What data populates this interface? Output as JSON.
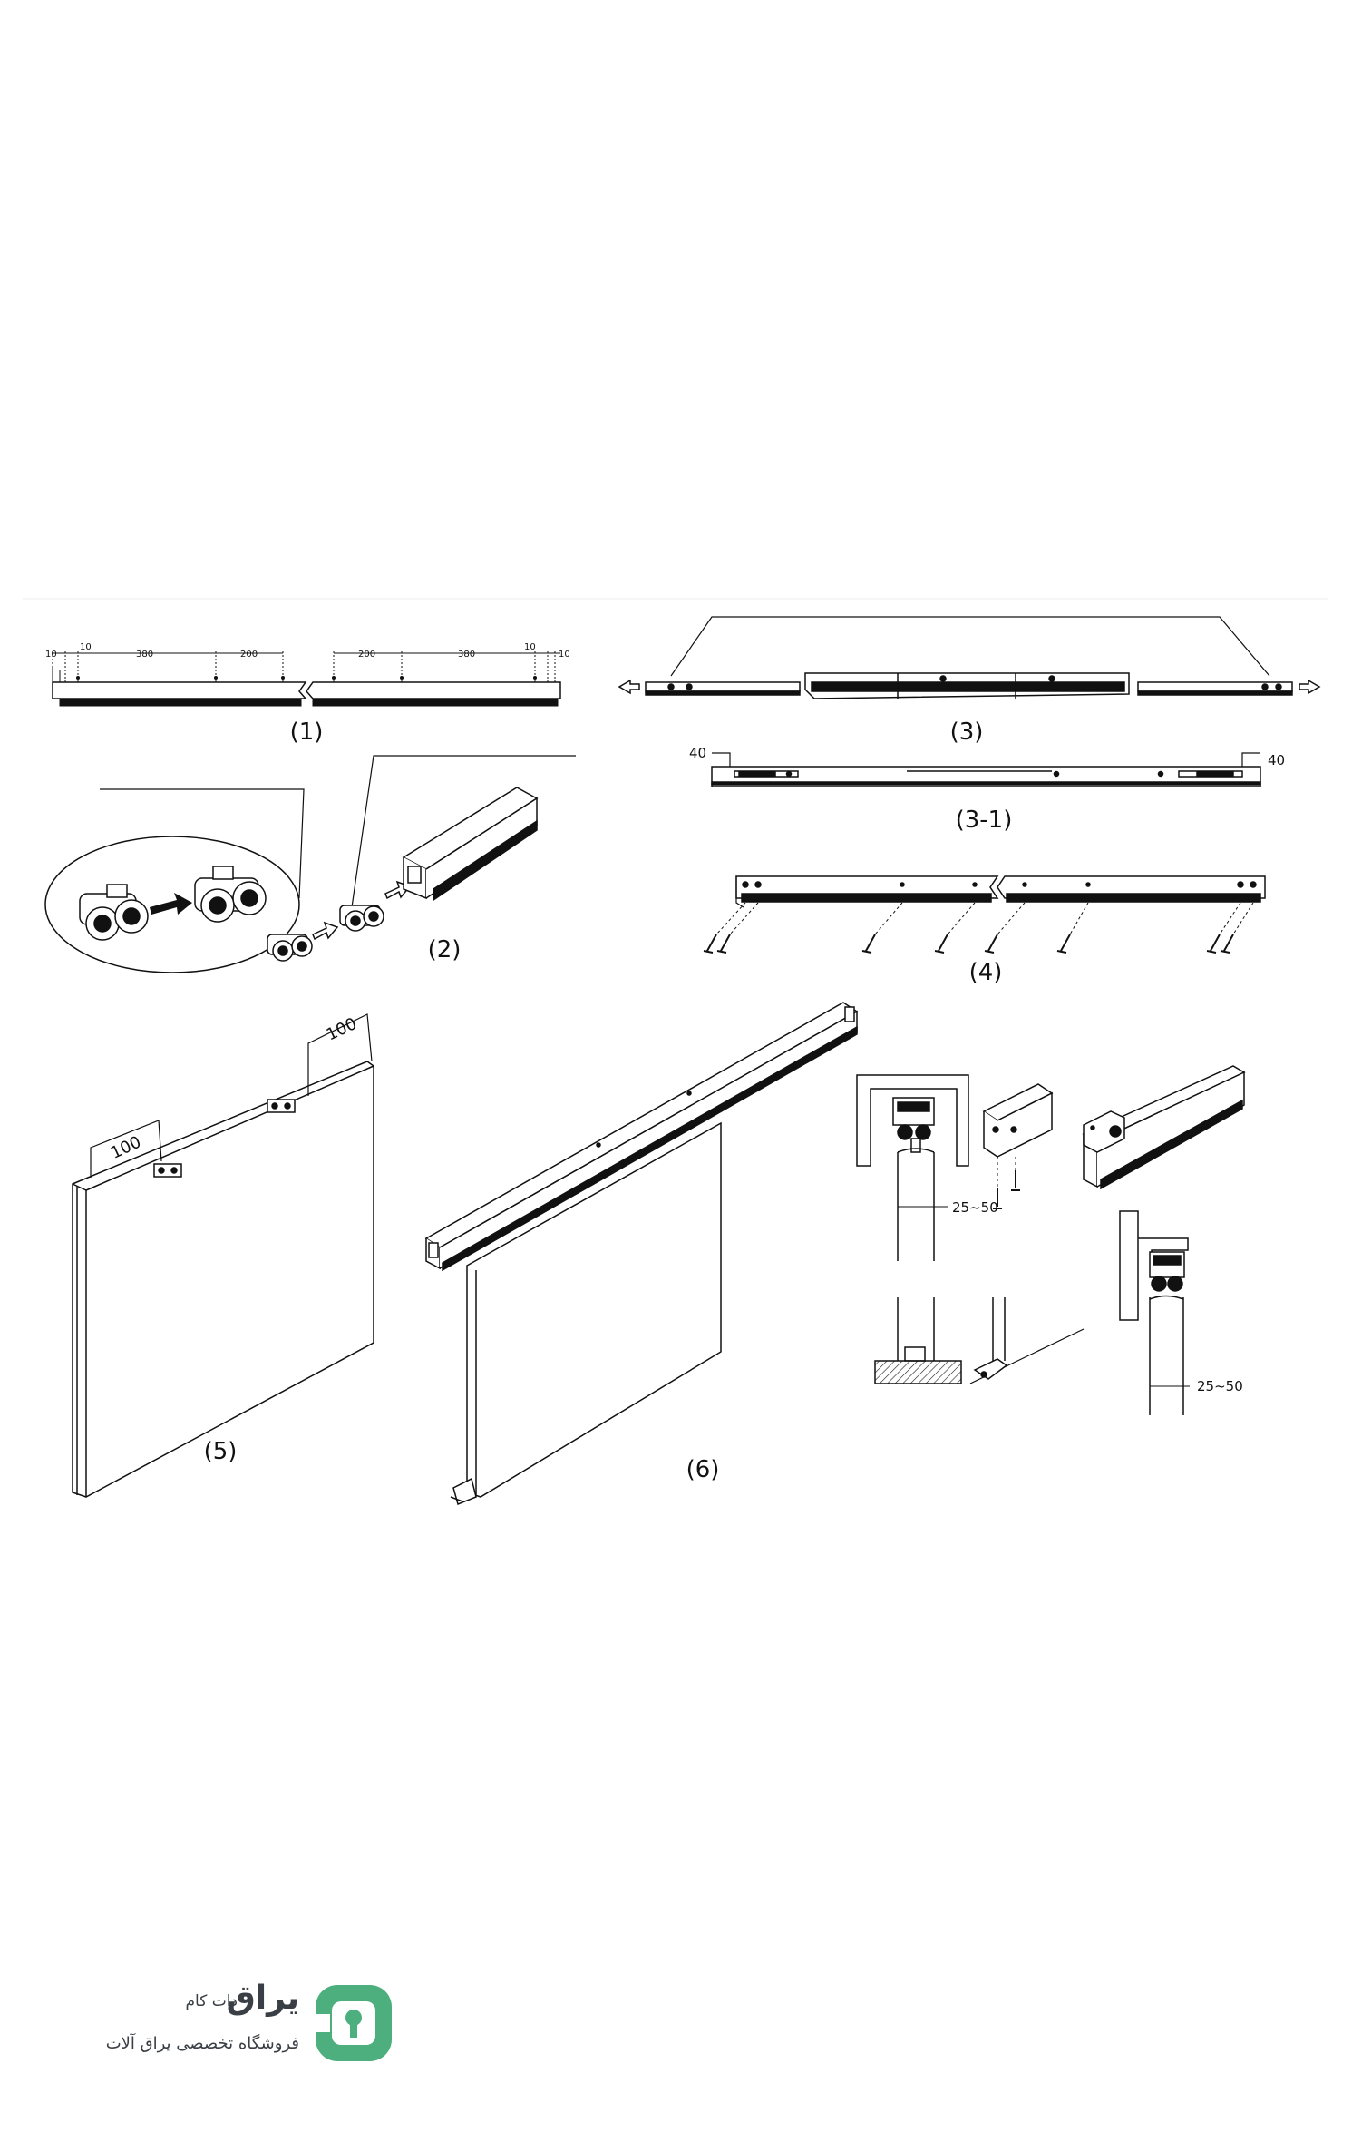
{
  "steps": {
    "s1": "(1)",
    "s2": "(2)",
    "s3": "(3)",
    "s3_1": "(3-1)",
    "s4": "(4)",
    "s5": "(5)",
    "s6": "(6)"
  },
  "dimensions": {
    "d10": "10",
    "d380": "380",
    "d200": "200",
    "d40": "40",
    "d100": "100",
    "gap": "25~50"
  },
  "logo": {
    "name": "یراق",
    "suffix": "دات کام",
    "tagline": "فروشگاه تخصصی یراق آلات",
    "mark": "logo-mark",
    "color": "#4caf7d"
  }
}
